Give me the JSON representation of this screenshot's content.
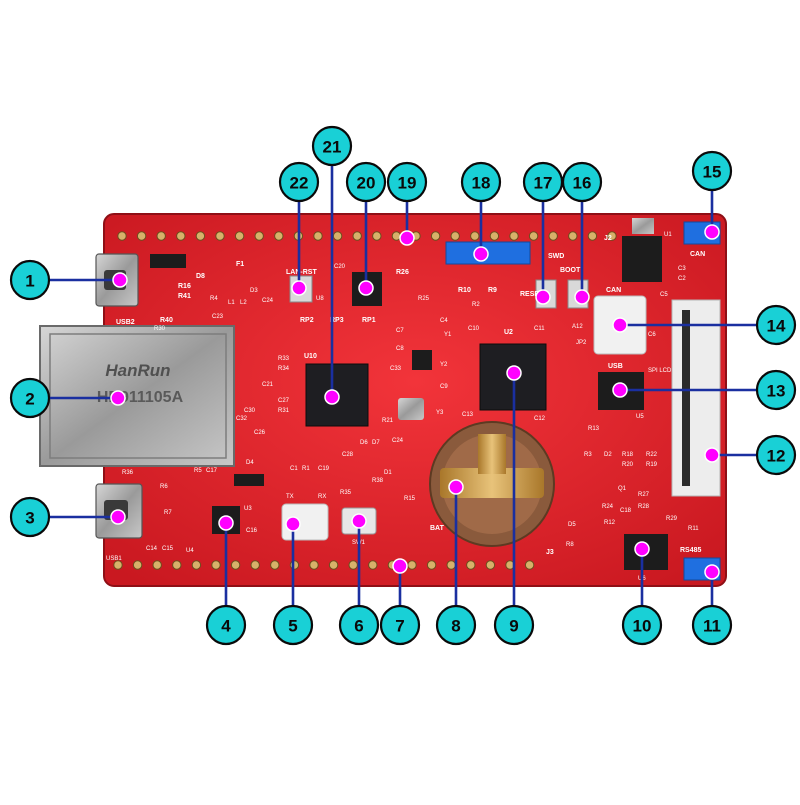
{
  "colors": {
    "pcb": "#e8232b",
    "pcb_dark": "#b8151d",
    "callout_fill": "#19d0d6",
    "leader_line": "#1a2fa0",
    "marker": "#ff00ff"
  },
  "board": {
    "silkscreen": {
      "d8": "D8",
      "f1": "F1",
      "r16": "R16",
      "r41": "R41",
      "usb2": "USB2",
      "r40": "R40",
      "r30": "R30",
      "r4": "R4",
      "l1": "L1",
      "l2": "L2",
      "d3": "D3",
      "c24": "C24",
      "c23": "C23",
      "c21": "C21",
      "lan_rst": "LAN-RST",
      "u8": "U8",
      "c20": "C20",
      "r26": "R26",
      "r25": "R25",
      "rp2": "RP2",
      "rp3": "RP3",
      "rp1": "RP1",
      "c7": "C7",
      "c4": "C4",
      "y1": "Y1",
      "r10": "R10",
      "r9": "R9",
      "r2": "R2",
      "c10": "C10",
      "u2": "U2",
      "c11": "C11",
      "swd": "SWD",
      "reset": "RESET",
      "boot": "BOOT",
      "j2": "J2",
      "u1": "U1",
      "c3": "C3",
      "c2": "C2",
      "can_top": "CAN",
      "can_mid": "CAN",
      "c5": "C5",
      "a12": "A12",
      "jp2": "JP2",
      "c6": "C6",
      "u10": "U10",
      "r33": "R33",
      "r34": "R34",
      "r31": "R31",
      "c27": "C27",
      "c26": "C26",
      "c32": "C32",
      "c30": "C30",
      "c8": "C8",
      "c33": "C33",
      "y2": "Y2",
      "y3": "Y3",
      "c9": "C9",
      "c13": "C13",
      "c12": "C12",
      "r21": "R21",
      "usb": "USB",
      "spi_lcd": "SPI LCD",
      "u5": "U5",
      "r13": "R13",
      "d4": "D4",
      "r5": "R5",
      "c17": "C17",
      "r6": "R6",
      "r7": "R7",
      "r36": "R36",
      "c14": "C14",
      "c15": "C15",
      "u4": "U4",
      "u3": "U3",
      "c16": "C16",
      "usb1": "USB1",
      "c1": "C1",
      "r1": "R1",
      "tx": "TX",
      "rx": "RX",
      "c19": "C19",
      "c28": "C28",
      "d6": "D6",
      "d7": "D7",
      "c24b": "C24",
      "r35": "R35",
      "r38": "R38",
      "d1": "D1",
      "r15": "R15",
      "sw1": "SW1",
      "bat": "BAT",
      "j3": "J3",
      "r8": "R8",
      "r3": "R3",
      "d2": "D2",
      "q1": "Q1",
      "r27": "R27",
      "r28": "R28",
      "r29": "R29",
      "r24": "R24",
      "r12": "R12",
      "c18": "C18",
      "r11": "R11",
      "rs485": "RS485",
      "u6": "U6",
      "d5": "D5",
      "r18": "R18",
      "r20": "R20",
      "r22": "R22",
      "r19": "R19",
      "jack_brand": "HanRun",
      "jack_part": "HR911105A"
    }
  },
  "callouts": [
    {
      "number": "1"
    },
    {
      "number": "2"
    },
    {
      "number": "3"
    },
    {
      "number": "4"
    },
    {
      "number": "5"
    },
    {
      "number": "6"
    },
    {
      "number": "7"
    },
    {
      "number": "8"
    },
    {
      "number": "9"
    },
    {
      "number": "10"
    },
    {
      "number": "11"
    },
    {
      "number": "12"
    },
    {
      "number": "13"
    },
    {
      "number": "14"
    },
    {
      "number": "15"
    },
    {
      "number": "16"
    },
    {
      "number": "17"
    },
    {
      "number": "18"
    },
    {
      "number": "19"
    },
    {
      "number": "20"
    },
    {
      "number": "21"
    },
    {
      "number": "22"
    }
  ]
}
